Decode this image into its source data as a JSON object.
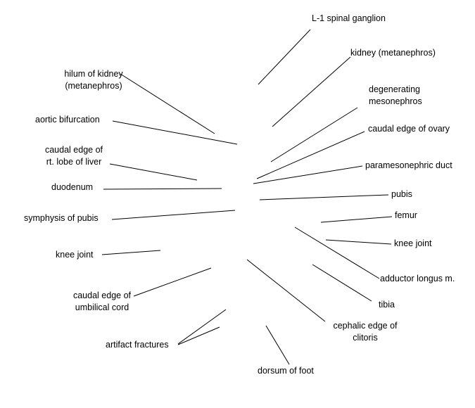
{
  "labels": {
    "l1_spinal_ganglion": "L-1 spinal ganglion",
    "kidney": "kidney (metanephros)",
    "hilum_kidney_1": "hilum of kidney",
    "hilum_kidney_2": "(metanephros)",
    "degenerating_1": "degenerating",
    "degenerating_2": "mesonephros",
    "aortic_bifurcation": "aortic bifurcation",
    "caudal_ovary": "caudal edge of ovary",
    "caudal_liver_1": "caudal edge of",
    "caudal_liver_2": "rt. lobe of liver",
    "paramesonephric_duct": "paramesonephric duct",
    "duodenum": "duodenum",
    "pubis": "pubis",
    "symphysis_pubis": "symphysis of pubis",
    "femur": "femur",
    "knee_joint_right": "knee joint",
    "knee_joint_left": "knee joint",
    "adductor_longus": "adductor longus m.",
    "caudal_cord_1": "caudal edge of",
    "caudal_cord_2": "umbilical cord",
    "tibia": "tibia",
    "cephalic_clitoris_1": "cephalic edge of",
    "cephalic_clitoris_2": "clitoris",
    "artifact_fractures": "artifact fractures",
    "dorsum_foot": "dorsum of foot"
  }
}
